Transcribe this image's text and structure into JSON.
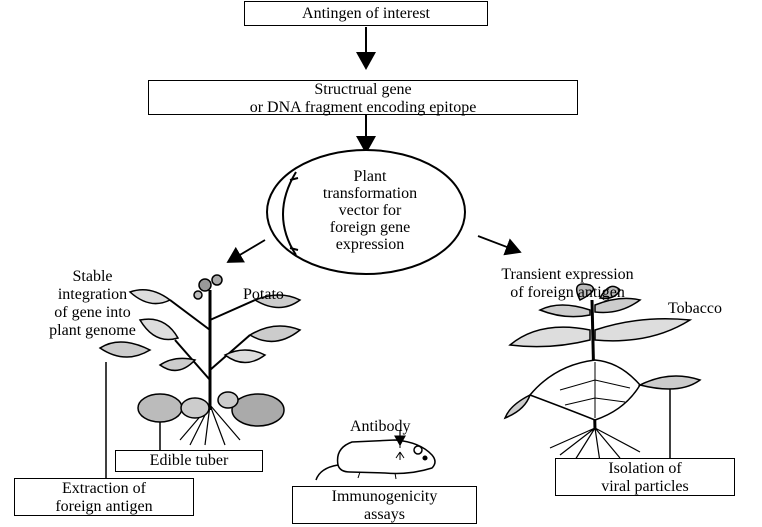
{
  "boxes": {
    "antigen": "Antingen of interest",
    "gene_line1": "Structrual gene",
    "gene_line2": "or DNA fragment encoding epitope",
    "edible_tuber": "Edible tuber",
    "extraction_line1": "Extraction of",
    "extraction_line2": "foreign antigen",
    "immuno_line1": "Immunogenicity",
    "immuno_line2": "assays",
    "isolation_line1": "Isolation of",
    "isolation_line2": "viral particles"
  },
  "vector": {
    "lines": [
      "Plant",
      "transformation",
      "vector for",
      "foreign gene",
      "expression"
    ]
  },
  "labels": {
    "stable": [
      "Stable",
      "integration",
      "of gene into",
      "plant genome"
    ],
    "potato": "Potato",
    "transient": [
      "Transient expression",
      "of foreign antigen"
    ],
    "tobacco": "Tobacco",
    "antibody": "Antibody"
  }
}
